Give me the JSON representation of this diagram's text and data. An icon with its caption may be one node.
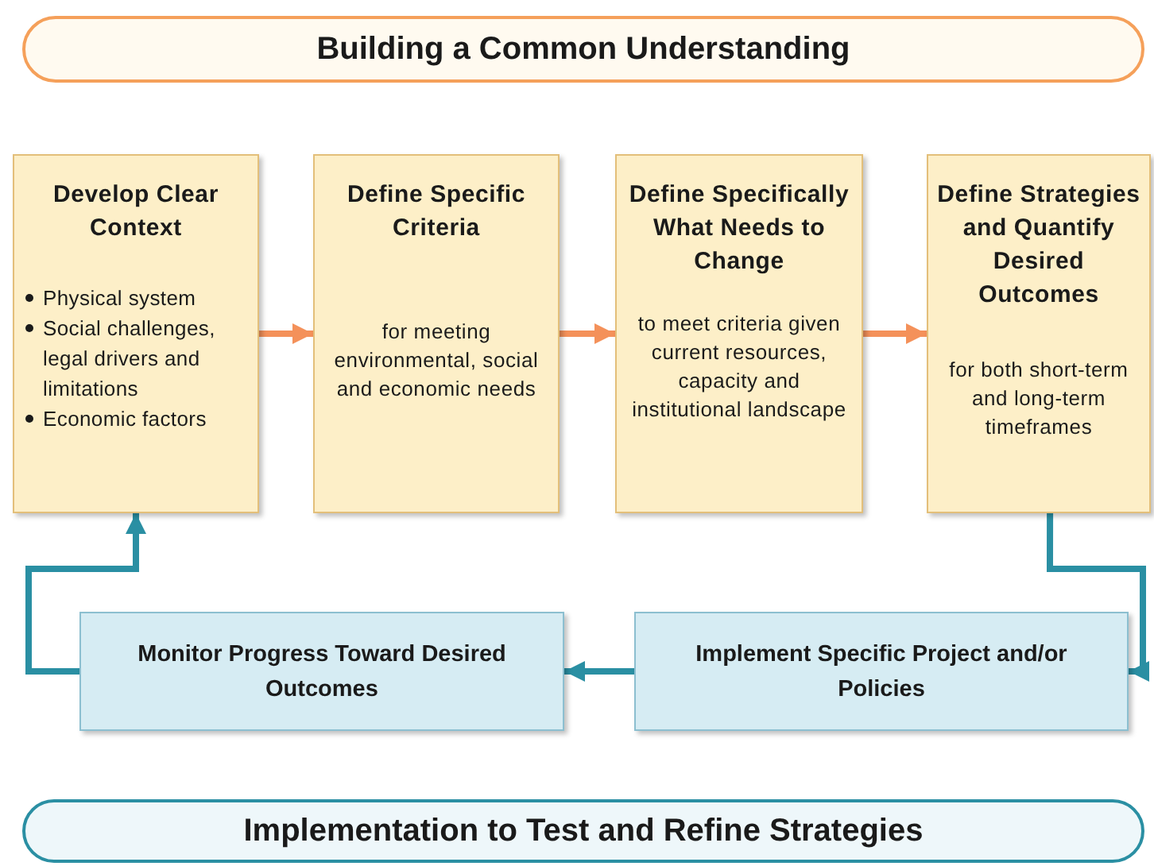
{
  "diagram": {
    "nodes": [
      {
        "text": [
          "Building a Common Understanding"
        ]
      },
      {
        "text": [
          "Develop Clear Context",
          "Physical system",
          "Social challenges, legal drivers and limitations",
          "Economic factors"
        ]
      },
      {
        "text": [
          "Define Specific Criteria",
          "for meeting environmental, social and economic needs"
        ]
      },
      {
        "text": [
          "Define Specifically What Needs to Change",
          "to meet criteria given current resources, capacity and institutional landscape"
        ]
      },
      {
        "text": [
          "Define Strategies and Quantify Desired Outcomes",
          "for both short-term and long-term timeframes"
        ]
      },
      {
        "text": [
          "Monitor Progress Toward Desired Outcomes"
        ]
      },
      {
        "text": [
          "Implement Specific Project and/or Policies"
        ]
      },
      {
        "text": [
          "Implementation to Test and Refine Strategies"
        ]
      }
    ],
    "edges": [
      {
        "from": 1,
        "to": 2,
        "arrow": "to"
      },
      {
        "from": 2,
        "to": 3,
        "arrow": "to"
      },
      {
        "from": 3,
        "to": 4,
        "arrow": "to"
      },
      {
        "from": 4,
        "to": 6,
        "arrow": "to",
        "color": "#2a8fa3"
      },
      {
        "from": 6,
        "to": 5,
        "arrow": "to",
        "color": "#2a8fa3"
      },
      {
        "from": 5,
        "to": 1,
        "arrow": "to",
        "color": "#2a8fa3"
      }
    ]
  }
}
